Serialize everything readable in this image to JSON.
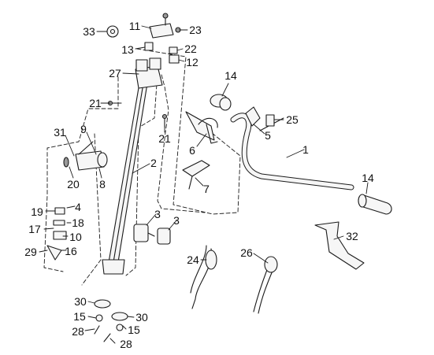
{
  "diagram": {
    "ink_color": "#1a1a1a",
    "part_fill": "#f6f6f6",
    "accent_shade": "#9a9a9a",
    "callouts": [
      "33",
      "11",
      "23",
      "13",
      "22",
      "12",
      "27",
      "14",
      "21",
      "25",
      "5",
      "31",
      "9",
      "21",
      "6",
      "1",
      "2",
      "20",
      "8",
      "7",
      "14",
      "19",
      "4",
      "3",
      "3",
      "17",
      "18",
      "10",
      "29",
      "16",
      "32",
      "26",
      "24",
      "30",
      "15",
      "30",
      "15",
      "28",
      "28"
    ]
  }
}
